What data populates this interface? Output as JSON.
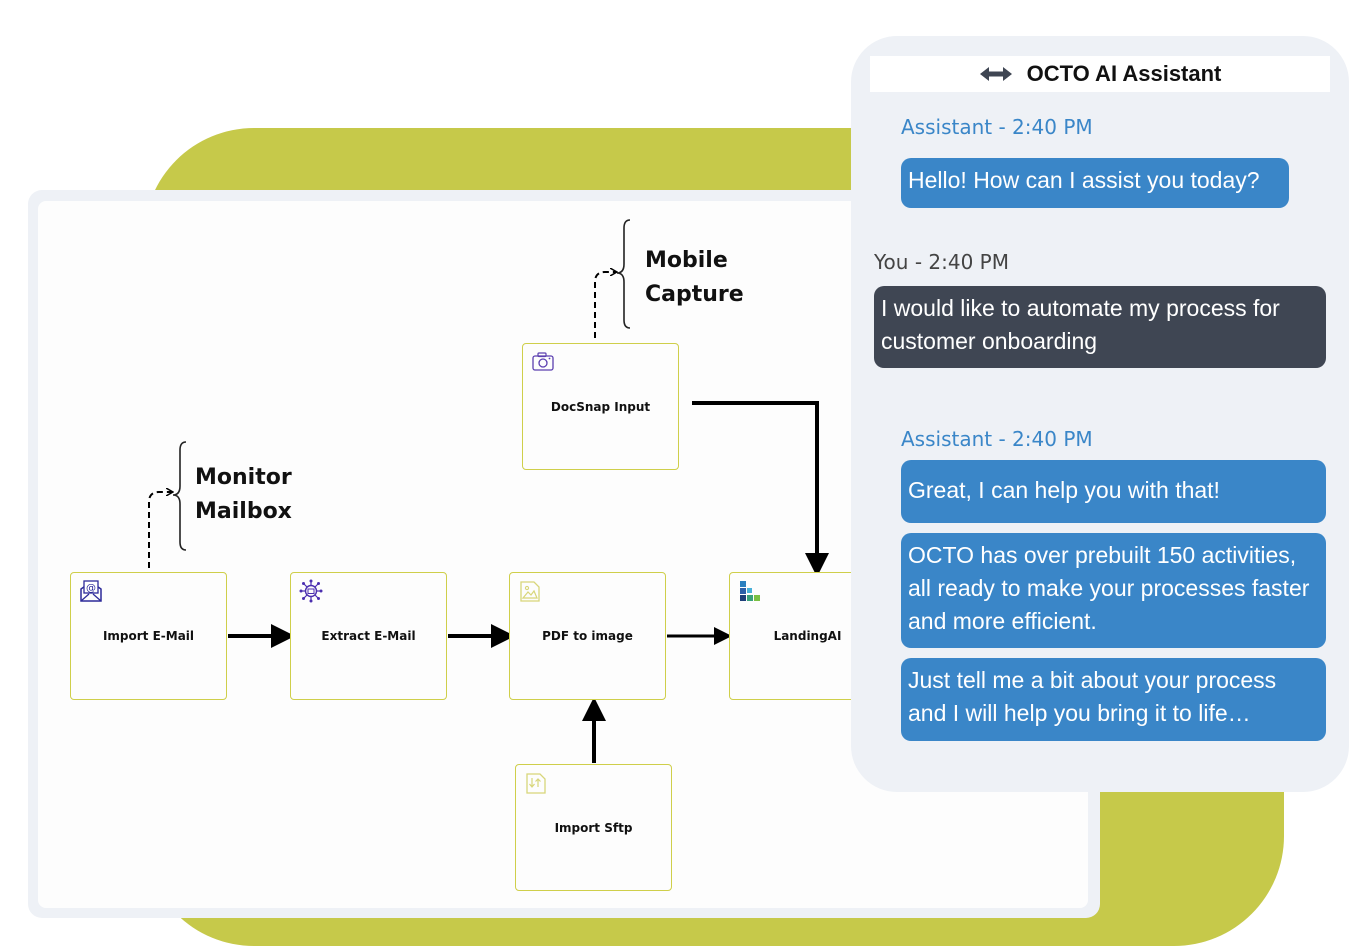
{
  "workflow": {
    "annotations": {
      "mobile_capture_line1": "Mobile",
      "mobile_capture_line2": "Capture",
      "monitor_mailbox_line1": "Monitor",
      "monitor_mailbox_line2": "Mailbox"
    },
    "nodes": {
      "docsnap": {
        "label": "DocSnap Input",
        "icon": "camera-icon"
      },
      "import_email": {
        "label": "Import E-Mail",
        "icon": "email-icon"
      },
      "extract_email": {
        "label": "Extract E-Mail",
        "icon": "network-mail-icon"
      },
      "pdf_to_image": {
        "label": "PDF to image",
        "icon": "image-file-icon"
      },
      "landingai": {
        "label": "LandingAI",
        "icon": "landingai-logo-icon"
      },
      "import_sftp": {
        "label": "Import Sftp",
        "icon": "sftp-file-icon"
      }
    }
  },
  "chat": {
    "header": {
      "title": "OCTO AI Assistant",
      "icon": "resize-horizontal-icon"
    },
    "messages": [
      {
        "meta": "Assistant - 2:40 PM",
        "texts": [
          "Hello! How can I assist you today?"
        ]
      },
      {
        "meta": "You - 2:40 PM",
        "texts": [
          "I would like to automate my process for customer onboarding"
        ]
      },
      {
        "meta": "Assistant - 2:40 PM",
        "texts": [
          "Great, I can help you with that!",
          "OCTO has over prebuilt 150 activities, all ready to make your processes faster and more efficient.",
          "Just tell me a bit about your process and I will help you bring it to life…"
        ]
      }
    ]
  },
  "colors": {
    "accent_green": "#c6c94a",
    "assistant_bubble": "#3a86c8",
    "user_bubble": "#3f4653",
    "panel_bg": "#eef1f6"
  }
}
